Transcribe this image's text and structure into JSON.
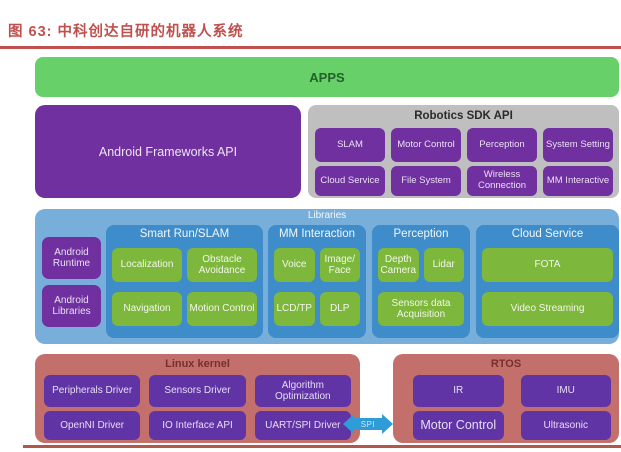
{
  "figure": {
    "title": "图 63:  中科创达自研的机器人系统"
  },
  "colors": {
    "title_red": "#C0504D",
    "apps_green": "#68D068",
    "purple_top": "#7030A0",
    "sdk_gray": "#BFBFBF",
    "libs_light_blue": "#78AEDA",
    "group_blue": "#3E8CC9",
    "green_block": "#7DB73C",
    "salmon": "#C3706C",
    "purple_bottom": "#6134A6",
    "spi_blue": "#2F9CD8"
  },
  "diagram": {
    "apps": {
      "label": "APPS"
    },
    "android_frameworks": {
      "label": "Android Frameworks API"
    },
    "robotics_sdk": {
      "title": "Robotics SDK API",
      "row1": [
        "SLAM",
        "Motor Control",
        "Perception",
        "System Setting"
      ],
      "row2": [
        "Cloud Service",
        "File System",
        "Wireless Connection",
        "MM Interactive"
      ]
    },
    "libraries": {
      "title": "Libraries",
      "android_blocks": [
        "Android Runtime",
        "Android Libraries"
      ],
      "groups": [
        {
          "title": "Smart Run/SLAM",
          "row1": [
            "Localization",
            "Obstacle Avoidance"
          ],
          "row2": [
            "Navigation",
            "Motion Control"
          ]
        },
        {
          "title": "MM Interaction",
          "row1": [
            "Voice",
            "Image/ Face"
          ],
          "row2": [
            "LCD/TP",
            "DLP"
          ]
        },
        {
          "title": "Perception",
          "row1": [
            "Depth Camera",
            "Lidar"
          ],
          "row2": [
            "Sensors data Acquisition"
          ]
        },
        {
          "title": "Cloud Service",
          "row1": [
            "FOTA"
          ],
          "row2": [
            "Video Streaming"
          ]
        }
      ]
    },
    "linux_kernel": {
      "title": "Linux kernel",
      "row1": [
        "Peripherals Driver",
        "Sensors Driver",
        "Algorithm Optimization"
      ],
      "row2": [
        "OpenNI Driver",
        "IO Interface API",
        "UART/SPI Driver"
      ]
    },
    "rtos": {
      "title": "RTOS",
      "row1": [
        "IR",
        "IMU"
      ],
      "row2": [
        "Motor Control",
        "Ultrasonic"
      ]
    },
    "spi": {
      "label": "SPI"
    }
  }
}
